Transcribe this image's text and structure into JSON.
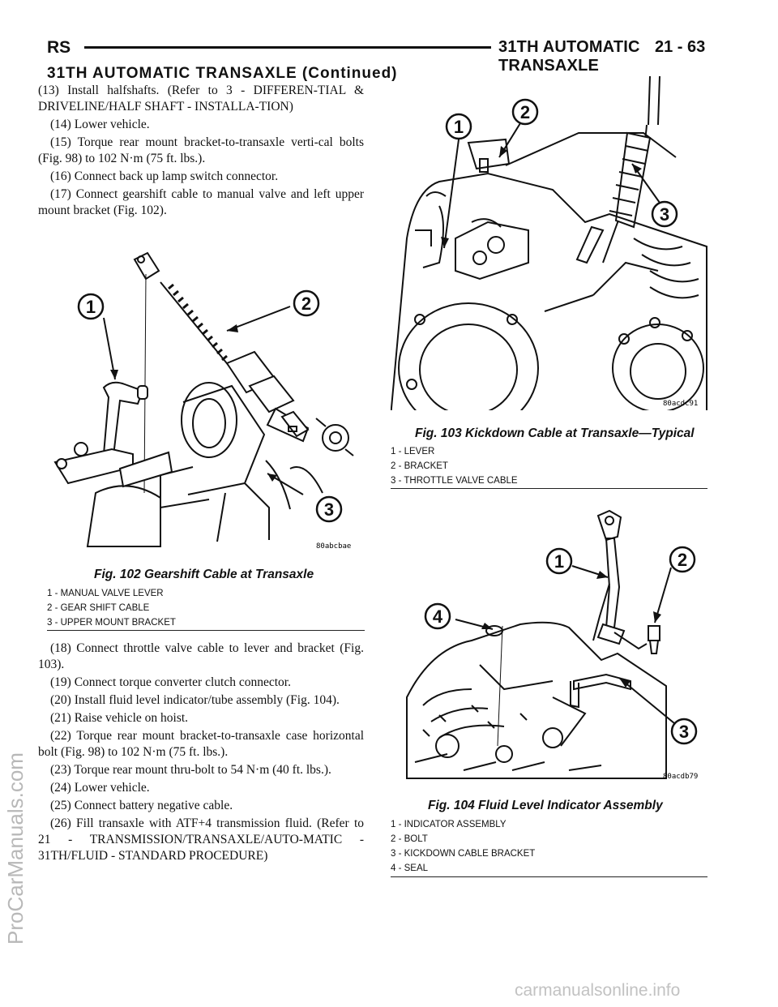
{
  "header": {
    "section_code": "RS",
    "chapter_title": "31TH AUTOMATIC TRANSAXLE",
    "page_number": "21 - 63"
  },
  "section_title": "31TH AUTOMATIC TRANSAXLE (Continued)",
  "left_column_top": [
    "(13) Install halfshafts. (Refer to 3 - DIFFEREN-TIAL & DRIVELINE/HALF SHAFT - INSTALLA-TION)",
    "(14) Lower vehicle.",
    "(15) Torque rear mount bracket-to-transaxle verti-cal bolts (Fig. 98) to 102 N·m (75 ft. lbs.).",
    "(16) Connect back up lamp switch connector.",
    "(17) Connect gearshift cable to manual valve and left upper mount bracket (Fig. 102)."
  ],
  "left_column_bottom": [
    "(18) Connect throttle valve cable to lever and bracket (Fig. 103).",
    "(19) Connect torque converter clutch connector.",
    "(20) Install fluid level indicator/tube assembly (Fig. 104).",
    "(21) Raise vehicle on hoist.",
    "(22) Torque rear mount bracket-to-transaxle case horizontal bolt (Fig. 98) to 102 N·m (75 ft. lbs.).",
    "(23) Torque rear mount thru-bolt to 54 N·m (40 ft. lbs.).",
    "(24) Lower vehicle.",
    "(25) Connect battery negative cable.",
    "(26) Fill transaxle with ATF+4 transmission fluid. (Refer to 21 - TRANSMISSION/TRANSAXLE/AUTO-MATIC - 31TH/FLUID - STANDARD PROCEDURE)"
  ],
  "figures": {
    "fig102": {
      "caption": "Fig. 102 Gearshift Cable at Transaxle",
      "code": "80abcbae",
      "callouts": [
        "1",
        "2",
        "3"
      ],
      "legend": [
        "1 - MANUAL VALVE LEVER",
        "2 - GEAR SHIFT CABLE",
        "3 - UPPER MOUNT BRACKET"
      ]
    },
    "fig103": {
      "caption": "Fig. 103 Kickdown Cable at Transaxle—Typical",
      "code": "80acdc91",
      "callouts": [
        "1",
        "2",
        "3"
      ],
      "legend": [
        "1 - LEVER",
        "2 - BRACKET",
        "3 - THROTTLE VALVE CABLE"
      ]
    },
    "fig104": {
      "caption": "Fig. 104 Fluid Level Indicator Assembly",
      "code": "80acdb79",
      "callouts": [
        "1",
        "2",
        "3",
        "4"
      ],
      "legend": [
        "1 - INDICATOR ASSEMBLY",
        "2 - BOLT",
        "3 - KICKDOWN CABLE BRACKET",
        "4 - SEAL"
      ]
    }
  },
  "watermarks": {
    "side": "ProCarManuals.com",
    "bottom": "carmanualsonline.info"
  }
}
